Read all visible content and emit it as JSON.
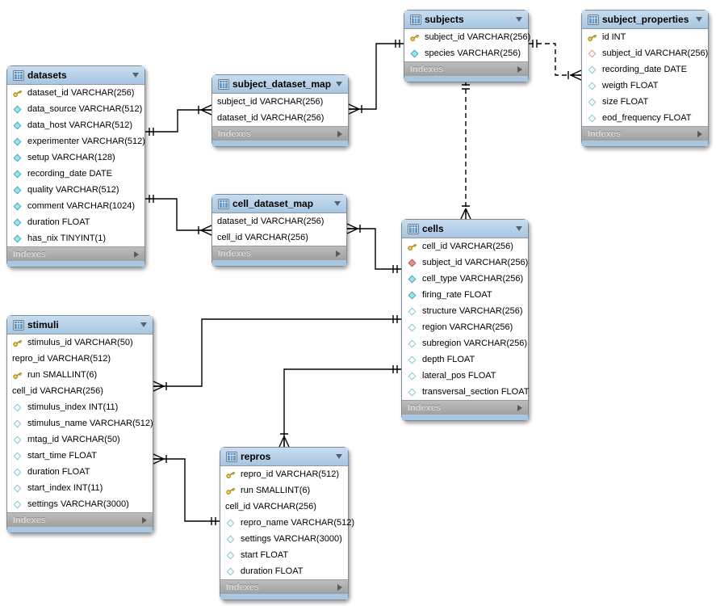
{
  "diagram": {
    "footer_label": "Indexes",
    "colors": {
      "table_header_blue": "#aecbe4",
      "table_bottom_strip_blue": "#a9c7e1",
      "indexes_bar_gray": "#aaaaaa",
      "key_icon_yellow": "#f3cf4e",
      "column_icon_cyan": "#9fe2ee",
      "column_icon_red": "#e8948c",
      "relation_line": "#000000",
      "canvas_background": "#ffffff"
    },
    "tables": [
      {
        "id": "datasets",
        "title": "datasets",
        "fields": [
          {
            "icon": "key",
            "text": "dataset_id VARCHAR(256)"
          },
          {
            "icon": "notnull",
            "text": "data_source VARCHAR(512)"
          },
          {
            "icon": "notnull",
            "text": "data_host VARCHAR(512)"
          },
          {
            "icon": "notnull",
            "text": "experimenter VARCHAR(512)"
          },
          {
            "icon": "notnull",
            "text": "setup VARCHAR(128)"
          },
          {
            "icon": "notnull",
            "text": "recording_date DATE"
          },
          {
            "icon": "notnull",
            "text": "quality VARCHAR(512)"
          },
          {
            "icon": "notnull",
            "text": "comment VARCHAR(1024)"
          },
          {
            "icon": "notnull",
            "text": "duration FLOAT"
          },
          {
            "icon": "notnull",
            "text": "has_nix TINYINT(1)"
          }
        ]
      },
      {
        "id": "subject_dataset_map",
        "title": "subject_dataset_map",
        "fields": [
          {
            "icon": "none",
            "text": "subject_id VARCHAR(256)"
          },
          {
            "icon": "none",
            "text": "dataset_id VARCHAR(256)"
          }
        ]
      },
      {
        "id": "cell_dataset_map",
        "title": "cell_dataset_map",
        "fields": [
          {
            "icon": "none",
            "text": "dataset_id VARCHAR(256)"
          },
          {
            "icon": "none",
            "text": "cell_id VARCHAR(256)"
          }
        ]
      },
      {
        "id": "subjects",
        "title": "subjects",
        "fields": [
          {
            "icon": "key",
            "text": "subject_id VARCHAR(256)"
          },
          {
            "icon": "notnull",
            "text": "species VARCHAR(256)"
          }
        ]
      },
      {
        "id": "subject_properties",
        "title": "subject_properties",
        "fields": [
          {
            "icon": "key",
            "text": "id INT"
          },
          {
            "icon": "fk-nullable",
            "text": "subject_id VARCHAR(256)"
          },
          {
            "icon": "nullable",
            "text": "recording_date DATE"
          },
          {
            "icon": "nullable",
            "text": "weigth FLOAT"
          },
          {
            "icon": "nullable",
            "text": "size FLOAT"
          },
          {
            "icon": "nullable",
            "text": "eod_frequency FLOAT"
          }
        ]
      },
      {
        "id": "cells",
        "title": "cells",
        "fields": [
          {
            "icon": "key",
            "text": "cell_id VARCHAR(256)"
          },
          {
            "icon": "fk-notnull",
            "text": "subject_id VARCHAR(256)"
          },
          {
            "icon": "notnull",
            "text": "cell_type VARCHAR(256)"
          },
          {
            "icon": "notnull",
            "text": "firing_rate FLOAT"
          },
          {
            "icon": "nullable",
            "text": "structure VARCHAR(256)"
          },
          {
            "icon": "nullable",
            "text": "region VARCHAR(256)"
          },
          {
            "icon": "nullable",
            "text": "subregion VARCHAR(256)"
          },
          {
            "icon": "nullable",
            "text": "depth FLOAT"
          },
          {
            "icon": "nullable",
            "text": "lateral_pos FLOAT"
          },
          {
            "icon": "nullable",
            "text": "transversal_section FLOAT"
          }
        ]
      },
      {
        "id": "stimuli",
        "title": "stimuli",
        "fields": [
          {
            "icon": "key",
            "text": "stimulus_id VARCHAR(50)"
          },
          {
            "icon": "none",
            "text": "repro_id VARCHAR(512)"
          },
          {
            "icon": "key",
            "text": "run SMALLINT(6)"
          },
          {
            "icon": "none",
            "text": "cell_id VARCHAR(256)"
          },
          {
            "icon": "nullable",
            "text": "stimulus_index INT(11)"
          },
          {
            "icon": "nullable",
            "text": "stimulus_name VARCHAR(512)"
          },
          {
            "icon": "nullable",
            "text": "mtag_id VARCHAR(50)"
          },
          {
            "icon": "nullable",
            "text": "start_time FLOAT"
          },
          {
            "icon": "nullable",
            "text": "duration FLOAT"
          },
          {
            "icon": "nullable",
            "text": "start_index INT(11)"
          },
          {
            "icon": "nullable",
            "text": "settings VARCHAR(3000)"
          }
        ]
      },
      {
        "id": "repros",
        "title": "repros",
        "fields": [
          {
            "icon": "key",
            "text": "repro_id VARCHAR(512)"
          },
          {
            "icon": "key",
            "text": "run SMALLINT(6)"
          },
          {
            "icon": "none",
            "text": "cell_id VARCHAR(256)"
          },
          {
            "icon": "nullable",
            "text": "repro_name VARCHAR(512)"
          },
          {
            "icon": "nullable",
            "text": "settings VARCHAR(3000)"
          },
          {
            "icon": "nullable",
            "text": "start FLOAT"
          },
          {
            "icon": "nullable",
            "text": "duration FLOAT"
          }
        ]
      }
    ],
    "relations": [
      {
        "from": "datasets",
        "to": "subject_dataset_map",
        "from_cardinality": "one",
        "to_cardinality": "many",
        "line": "solid"
      },
      {
        "from": "subject_dataset_map",
        "to": "subjects",
        "from_cardinality": "many",
        "to_cardinality": "one",
        "line": "solid"
      },
      {
        "from": "datasets",
        "to": "cell_dataset_map",
        "from_cardinality": "one",
        "to_cardinality": "many",
        "line": "solid"
      },
      {
        "from": "cell_dataset_map",
        "to": "cells",
        "from_cardinality": "many",
        "to_cardinality": "one",
        "line": "solid"
      },
      {
        "from": "subjects",
        "to": "subject_properties",
        "from_cardinality": "one",
        "to_cardinality": "many",
        "line": "dashed"
      },
      {
        "from": "subjects",
        "to": "cells",
        "from_cardinality": "one",
        "to_cardinality": "many",
        "line": "dashed"
      },
      {
        "from": "stimuli",
        "to": "cells",
        "from_cardinality": "many",
        "to_cardinality": "one",
        "line": "solid"
      },
      {
        "from": "cells",
        "to": "repros",
        "from_cardinality": "one",
        "to_cardinality": "many",
        "line": "solid"
      },
      {
        "from": "stimuli",
        "to": "repros",
        "from_cardinality": "many",
        "to_cardinality": "one",
        "line": "solid"
      }
    ]
  }
}
